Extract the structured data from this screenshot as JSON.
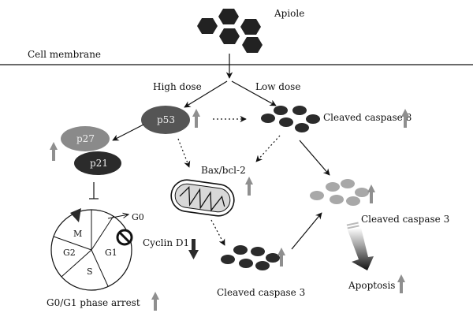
{
  "diagram": {
    "apiole": "Apiole",
    "cell_membrane": "Cell membrane",
    "high_dose": "High dose",
    "low_dose": "Low dose",
    "p53": "p53",
    "p27": "p27",
    "p21": "p21",
    "cleaved_caspase_8": "Cleaved caspase 8",
    "bax_bcl2": "Bax/bcl-2",
    "cleaved_caspase_3_right": "Cleaved caspase 3",
    "cleaved_caspase_3_bottom": "Cleaved caspase 3",
    "cyclin_d1": "Cyclin D1",
    "g0": "G0",
    "m": "M",
    "g2": "G2",
    "g1": "G1",
    "s": "S",
    "phase_arrest": "G0/G1 phase arrest",
    "apoptosis": "Apoptosis"
  },
  "colors": {
    "dark": "#2b2b2b",
    "mid": "#555555",
    "up_arrow": "#8f8f8f",
    "light_pill": "#a8a8a8"
  }
}
